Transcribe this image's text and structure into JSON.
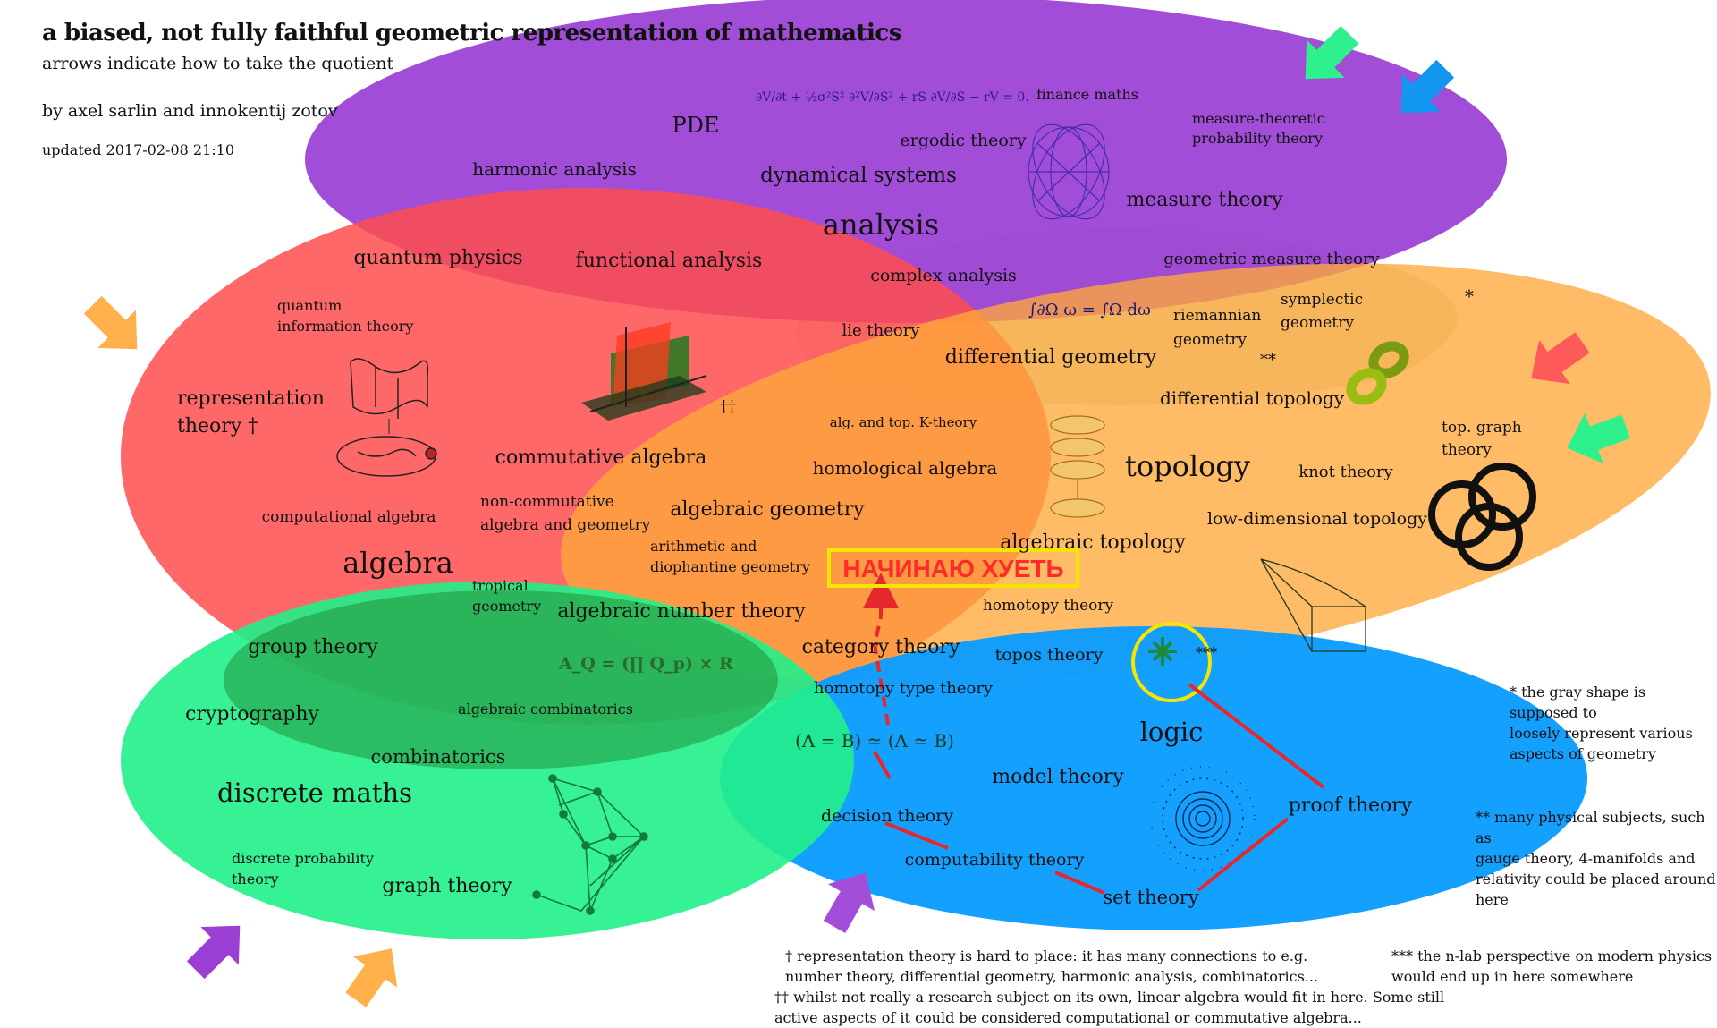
{
  "header": {
    "title": "a biased, not fully faithful geometric representation of mathematics",
    "subtitle": "arrows indicate how to take the quotient",
    "authors": "by axel sarlin and innokentij zotov",
    "updated": "updated 2017-02-08 21:10"
  },
  "colors": {
    "analysis": "#9b3fd4",
    "algebra": "#ff4d4d",
    "topology": "#ffa83a",
    "logic": "#0a9cff",
    "discrete": "#21f08a",
    "geometry_gray": "#b9cab0",
    "stamp_text": "#ff2a2a",
    "stamp_border": "#f5e600",
    "red_lines": "#e5282e"
  },
  "regions": {
    "analysis": "analysis",
    "algebra": "algebra",
    "topology": "topology",
    "logic": "logic",
    "discrete": "discrete maths"
  },
  "labels": {
    "pde": "PDE",
    "harmonic_analysis": "harmonic analysis",
    "dynamical_systems": "dynamical systems",
    "ergodic_theory": "ergodic theory",
    "finance_maths": "finance maths",
    "measure_theoretic_1": "measure-theoretic",
    "measure_theoretic_2": "probability theory",
    "measure_theory": "measure theory",
    "quantum_physics": "quantum physics",
    "functional_analysis": "functional analysis",
    "complex_analysis": "complex analysis",
    "geometric_measure_theory": "geometric measure theory",
    "quantum_info_1": "quantum",
    "quantum_info_2": "information theory",
    "lie_theory": "lie theory",
    "riemannian_1": "riemannian",
    "riemannian_2": "geometry",
    "symplectic_1": "symplectic",
    "symplectic_2": "geometry",
    "differential_geometry": "differential geometry",
    "double_star": "**",
    "representation_1": "representation",
    "representation_2": "theory †",
    "dagger_dagger": "††",
    "alg_top_k": "alg. and top. K-theory",
    "differential_topology": "differential topology",
    "top_graph_1": "top. graph",
    "top_graph_2": "theory",
    "commutative_algebra": "commutative algebra",
    "homological_algebra": "homological algebra",
    "knot_theory": "knot theory",
    "computational_algebra": "computational algebra",
    "noncomm_1": "non-commutative",
    "noncomm_2": "algebra and geometry",
    "algebraic_geometry": "algebraic geometry",
    "low_dim_topology": "low-dimensional topology",
    "arith_1": "arithmetic and",
    "arith_2": "diophantine geometry",
    "algebraic_topology": "algebraic topology",
    "tropical_1": "tropical",
    "tropical_2": "geometry",
    "algebraic_number_theory": "algebraic number theory",
    "homotopy_theory": "homotopy theory",
    "group_theory": "group theory",
    "category_theory": "category theory",
    "topos_theory": "topos theory",
    "triple_star": "***",
    "cryptography": "cryptography",
    "algebraic_combinatorics": "algebraic combinatorics",
    "homotopy_type_theory": "homotopy type theory",
    "combinatorics": "combinatorics",
    "univalence": "(A = B)  ≃  (A ≃ B)",
    "model_theory": "model theory",
    "proof_theory": "proof theory",
    "decision_theory": "decision theory",
    "discrete_prob_1": "discrete probability",
    "discrete_prob_2": "theory",
    "computability_theory": "computability theory",
    "graph_theory": "graph theory",
    "set_theory": "set theory",
    "gray_star": "*",
    "stamp": "НАЧИНАЮ ХУЕТЬ"
  },
  "formulas": {
    "black_scholes": "∂V/∂t + ½σ²S² ∂²V/∂S² + rS ∂V/∂S − rV = 0.",
    "stokes": "∫∂Ω ω = ∫Ω dω",
    "adeles": "A_Q = (∏ Q_p) × R"
  },
  "footnotes": {
    "gray_shape": [
      "* the gray shape is supposed to",
      "loosely represent various",
      "aspects of geometry"
    ],
    "physical": [
      "** many physical subjects, such as",
      "gauge theory, 4-manifolds and",
      "relativity could be placed around",
      "here"
    ],
    "representation": [
      "† representation theory is hard to place: it has many connections to e.g.",
      "number theory, differential geometry, harmonic analysis, combinatorics..."
    ],
    "linear_algebra": [
      "†† whilst not really a research subject on its own, linear algebra would fit in here. Some still",
      "active aspects of it could be considered computational or commutative algebra..."
    ],
    "nlab": [
      "*** the n-lab perspective on modern physics",
      "would end up in here somewhere"
    ]
  },
  "icons": [
    "arrow-icon",
    "torus-icon",
    "trefoil-knot-icon",
    "hyperplanes-icon",
    "sheaf-stack-icon",
    "attractor-icon",
    "commutative-diagram-icon",
    "graph-network-icon",
    "spiral-icon",
    "cobordism-icon"
  ]
}
